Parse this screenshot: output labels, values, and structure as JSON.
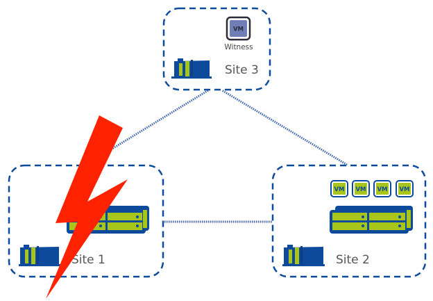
{
  "diagram": {
    "title": "Stretched cluster with witness site failure scenario",
    "colors": {
      "boundary": "#0d4a9c",
      "link": "#3a63a8",
      "server_frame": "#0d4a9c",
      "server_fill": "#a8c61a",
      "vm_frame": "#0d4a9c",
      "vm_fill": "#a8c61a",
      "witness_frame": "#2b2b3a",
      "witness_fill": "#6f7fb5",
      "bolt": "#ff2200",
      "datacenter": "#0d4a9c",
      "datacenter_door": "#a8c61a"
    },
    "sites": [
      {
        "id": "site-1",
        "label": "Site 1",
        "vms": [],
        "has_server": true,
        "failed": true
      },
      {
        "id": "site-2",
        "label": "Site 2",
        "vms": [
          "VM",
          "VM",
          "VM",
          "VM"
        ],
        "has_server": true,
        "failed": false
      },
      {
        "id": "site-3",
        "label": "Site 3",
        "witness_vm": "VM",
        "witness_label": "Witness",
        "has_server": false,
        "failed": false
      }
    ],
    "links": [
      {
        "from": "site-1",
        "to": "site-3",
        "style": "dotted"
      },
      {
        "from": "site-2",
        "to": "site-3",
        "style": "dotted"
      },
      {
        "from": "site-1",
        "to": "site-2",
        "style": "dotted"
      }
    ],
    "failure_icon": "lightning-bolt-icon"
  }
}
